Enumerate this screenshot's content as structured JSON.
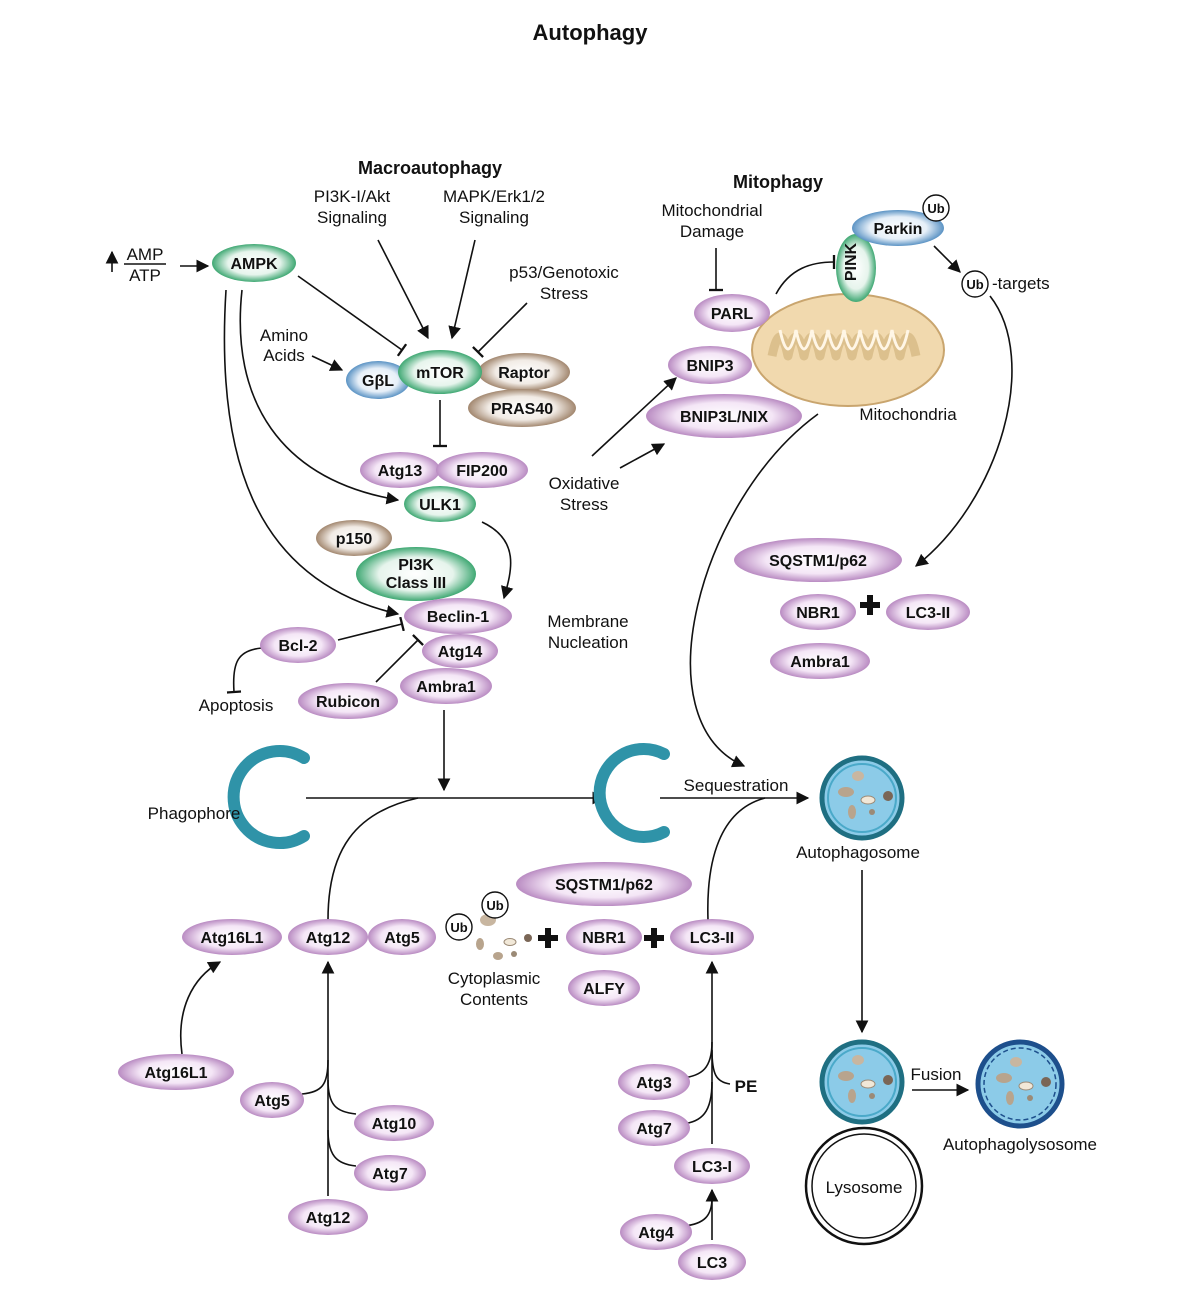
{
  "title": "Autophagy",
  "headers": {
    "macroautophagy": "Macroautophagy",
    "mitophagy": "Mitophagy"
  },
  "labels": {
    "pi3k_akt_1": "PI3K-I/Akt",
    "pi3k_akt_2": "Signaling",
    "mapk_1": "MAPK/Erk1/2",
    "mapk_2": "Signaling",
    "p53_1": "p53/Genotoxic",
    "p53_2": "Stress",
    "amino_1": "Amino",
    "amino_2": "Acids",
    "amp": "AMP",
    "atp": "ATP",
    "mito_damage_1": "Mitochondrial",
    "mito_damage_2": "Damage",
    "oxidative_1": "Oxidative",
    "oxidative_2": "Stress",
    "mitochondria": "Mitochondria",
    "targets": "-targets",
    "membrane_1": "Membrane",
    "membrane_2": "Nucleation",
    "apoptosis": "Apoptosis",
    "phagophore": "Phagophore",
    "sequestration": "Sequestration",
    "autophagosome": "Autophagosome",
    "cyto_1": "Cytoplasmic",
    "cyto_2": "Contents",
    "pe": "PE",
    "fusion": "Fusion",
    "lysosome": "Lysosome",
    "autophagolysosome": "Autophagolysosome",
    "ub": "Ub"
  },
  "nodes": {
    "ampk": "AMPK",
    "gbl": "GβL",
    "mtor": "mTOR",
    "raptor": "Raptor",
    "pras40": "PRAS40",
    "atg13": "Atg13",
    "fip200": "FIP200",
    "ulk1": "ULK1",
    "p150": "p150",
    "pi3k_1": "PI3K",
    "pi3k_2": "Class III",
    "beclin1": "Beclin-1",
    "bcl2": "Bcl-2",
    "atg14": "Atg14",
    "ambra1_a": "Ambra1",
    "rubicon": "Rubicon",
    "parl": "PARL",
    "bnip3": "BNIP3",
    "bnip3l": "BNIP3L/NIX",
    "pink": "PINK",
    "parkin": "Parkin",
    "sqstm1_a": "SQSTM1/p62",
    "nbr1_a": "NBR1",
    "lc3ii_a": "LC3-II",
    "ambra1_b": "Ambra1",
    "sqstm1_b": "SQSTM1/p62",
    "atg16l1_a": "Atg16L1",
    "atg12_a": "Atg12",
    "atg5_a": "Atg5",
    "nbr1_b": "NBR1",
    "lc3ii_b": "LC3-II",
    "alfy": "ALFY",
    "atg16l1_b": "Atg16L1",
    "atg5_b": "Atg5",
    "atg10": "Atg10",
    "atg7_a": "Atg7",
    "atg12_b": "Atg12",
    "atg3": "Atg3",
    "atg7_b": "Atg7",
    "lc3i": "LC3-I",
    "atg4": "Atg4",
    "lc3": "LC3"
  },
  "colors": {
    "purple": "#c89bcf",
    "green": "#5bb98a",
    "blue": "#6ea3cf",
    "tan": "#b49a86",
    "teal": "#2f93a8",
    "vesicle_fill": "#8ccbe8",
    "mito_fill": "#f1d9ae"
  }
}
